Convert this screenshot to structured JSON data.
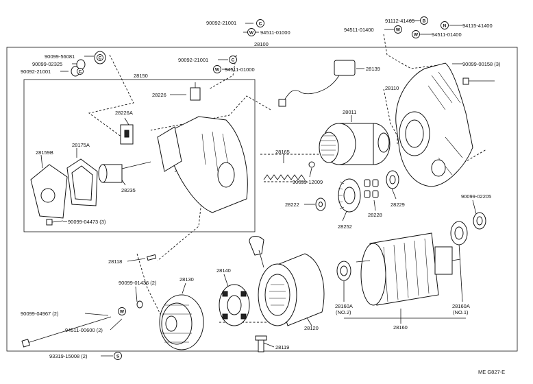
{
  "diagram": {
    "code": "ME G827-E",
    "labels": {
      "p90092_21001_top": "90092-21001",
      "p94511_01000_top": "94511-01000",
      "p91112_41465": "91112-41465",
      "p94511_01400_a": "94511-01400",
      "p94115_41400": "94115-41400",
      "p94511_01400_b": "94511-01400",
      "p28100": "28100",
      "p90099_56081": "90099-56081",
      "p90099_02325": "90099-02325",
      "p90092_21001_left": "90092-21001",
      "p90092_21001_mid": "90092-21001",
      "p94511_01000_mid": "94511-01000",
      "p28139": "28139",
      "p90099_00158": "90099-00158 (3)",
      "p28150": "28150",
      "p28226": "28226",
      "p28110": "28110",
      "p28226A": "28226A",
      "p28011": "28011",
      "p28159B": "28159B",
      "p28175A": "28175A",
      "p28165": "28165",
      "p90099_12009": "90099-12009",
      "p28229": "28229",
      "p28235": "28235",
      "p28222": "28222",
      "p28228": "28228",
      "p90099_02205": "90099-02205",
      "p28252": "28252",
      "p90099_04473": "90099-04473 (3)",
      "p28118": "28118",
      "p28130": "28130",
      "p28140": "28140",
      "p90099_01436": "90099-01436 (2)",
      "p90099_04967": "90099-04967 (2)",
      "p94511_00600": "94511-00600 (2)",
      "p28120": "28120",
      "p28160A_2": "28160A",
      "p28160A_2n": "(NO.2)",
      "p28160A_1": "28160A",
      "p28160A_1n": "(NO.1)",
      "p28160": "28160",
      "p28119": "28119",
      "p93319_15008": "93319-15008 (2)"
    },
    "symbols": {
      "c": "C",
      "w": "W",
      "b": "B",
      "n": "N",
      "s": "S"
    }
  }
}
